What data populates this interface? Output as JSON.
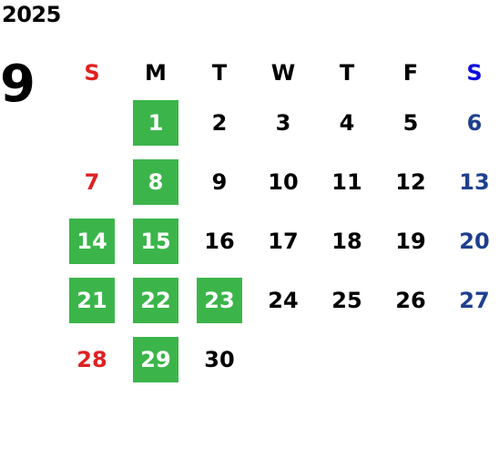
{
  "year": "2025",
  "month": "9",
  "weekdays": [
    "S",
    "M",
    "T",
    "W",
    "T",
    "F",
    "S"
  ],
  "weeks": [
    [
      null,
      {
        "d": "1",
        "hl": true
      },
      {
        "d": "2"
      },
      {
        "d": "3"
      },
      {
        "d": "4"
      },
      {
        "d": "5"
      },
      {
        "d": "6"
      }
    ],
    [
      {
        "d": "7"
      },
      {
        "d": "8",
        "hl": true
      },
      {
        "d": "9"
      },
      {
        "d": "10"
      },
      {
        "d": "11"
      },
      {
        "d": "12"
      },
      {
        "d": "13"
      }
    ],
    [
      {
        "d": "14",
        "hl": true
      },
      {
        "d": "15",
        "hl": true
      },
      {
        "d": "16"
      },
      {
        "d": "17"
      },
      {
        "d": "18"
      },
      {
        "d": "19"
      },
      {
        "d": "20"
      }
    ],
    [
      {
        "d": "21",
        "hl": true
      },
      {
        "d": "22",
        "hl": true
      },
      {
        "d": "23",
        "hl": true
      },
      {
        "d": "24"
      },
      {
        "d": "25"
      },
      {
        "d": "26"
      },
      {
        "d": "27"
      }
    ],
    [
      {
        "d": "28"
      },
      {
        "d": "29",
        "hl": true
      },
      {
        "d": "30"
      },
      null,
      null,
      null,
      null
    ]
  ],
  "colors": {
    "highlight": "#3bb54a",
    "sunday_header": "#e02020",
    "saturday_header": "#1010dd",
    "sunday_date": "#dd2222",
    "saturday_date": "#1e3f8f"
  }
}
